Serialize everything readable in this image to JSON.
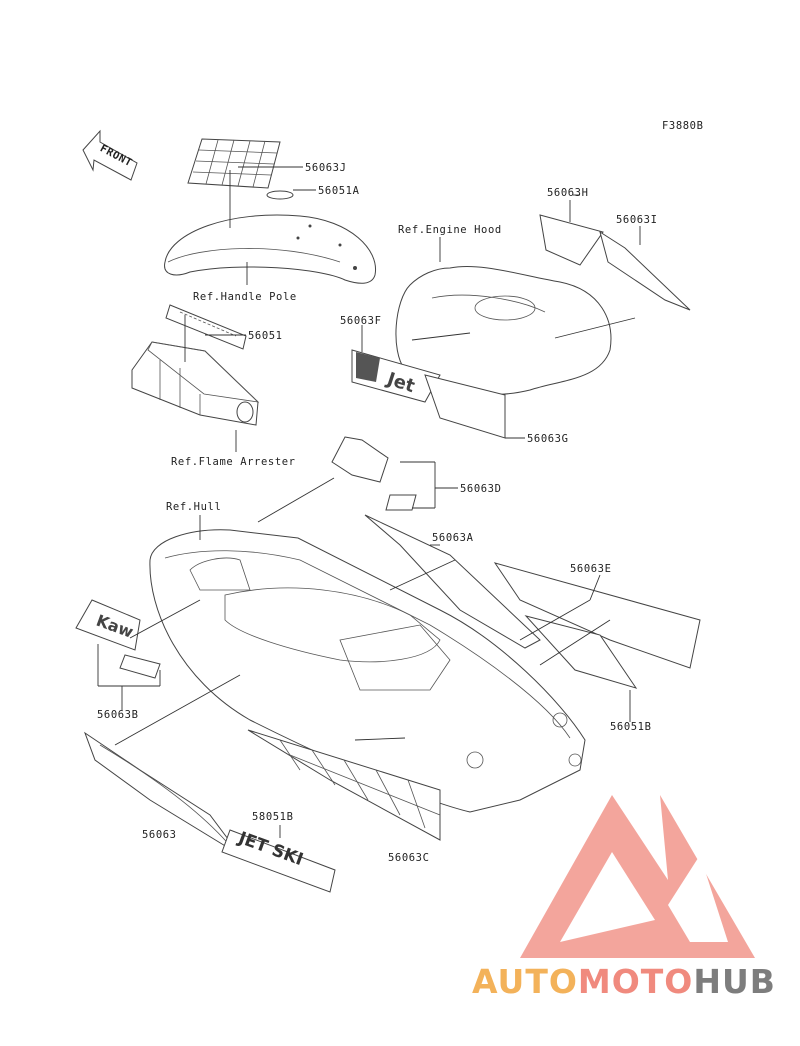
{
  "figure_code": "F3880B",
  "front_arrow_text": "FRONT",
  "labels": {
    "p56063J": "56063J",
    "p56051A": "56051A",
    "ref_handle_pole": "Ref.Handle Pole",
    "p56051": "56051",
    "ref_flame_arrester": "Ref.Flame Arrester",
    "p56063H": "56063H",
    "p56063I": "56063I",
    "ref_engine_hood": "Ref.Engine Hood",
    "p56063F": "56063F",
    "p56063G": "56063G",
    "p56063D": "56063D",
    "ref_hull": "Ref.Hull",
    "p56063A": "56063A",
    "p56063E": "56063E",
    "p56051B_right": "56051B",
    "p56063B": "56063B",
    "p56063": "56063",
    "p58051B": "58051B",
    "p56063C": "56063C"
  },
  "watermark": {
    "part1": "AUTO",
    "part2": "MOTO",
    "part3": "HUB",
    "colors": {
      "auto": "#f3b25a",
      "moto": "#f08a7e",
      "hub": "#7d7d7d",
      "logo": "#f0887c"
    }
  },
  "colors": {
    "line": "#333333",
    "text": "#222222"
  }
}
